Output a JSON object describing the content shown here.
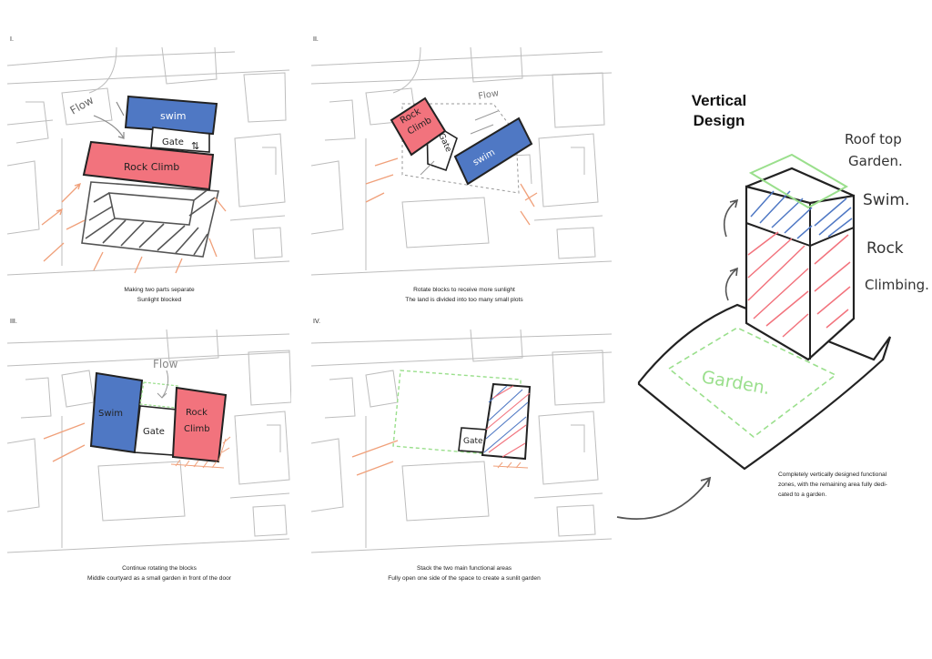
{
  "panels": [
    {
      "number": "I.",
      "caption": [
        "Making two parts separate",
        "Sunlight blocked"
      ]
    },
    {
      "number": "II.",
      "caption": [
        "Rotate blocks to receive more sunlight",
        "The land is divided into too many small plots"
      ]
    },
    {
      "number": "III.",
      "caption": [
        "Continue rotating the blocks",
        "Middle courtyard as a small garden in front of the door"
      ]
    },
    {
      "number": "IV.",
      "caption": [
        "Stack the two main functional areas",
        "Fully open one side of the space to create a sunlit garden"
      ]
    }
  ],
  "labels": {
    "swim": "swim",
    "swim_cap": "Swim",
    "rock_climb": "Rock Climb",
    "rock": "Rock",
    "climb": "Climb",
    "gate": "Gate",
    "flow": "Flow"
  },
  "vertical": {
    "title_line1": "Vertical",
    "title_line2": "Design",
    "rooftop_line1": "Roof top",
    "rooftop_line2": "Garden.",
    "swim": "Swim.",
    "rock": "Rock",
    "climbing": "Climbing.",
    "garden": "Garden.",
    "caption": [
      "Completely vertically designed functional",
      "zones, with the remaining area fully dedi-",
      "cated to a garden."
    ]
  },
  "colors": {
    "blue": "#4f78c4",
    "red": "#f2737d",
    "green": "#9adf8c",
    "orange": "#f0a07a",
    "map_line": "#bdbdbd",
    "ink": "#333333"
  }
}
